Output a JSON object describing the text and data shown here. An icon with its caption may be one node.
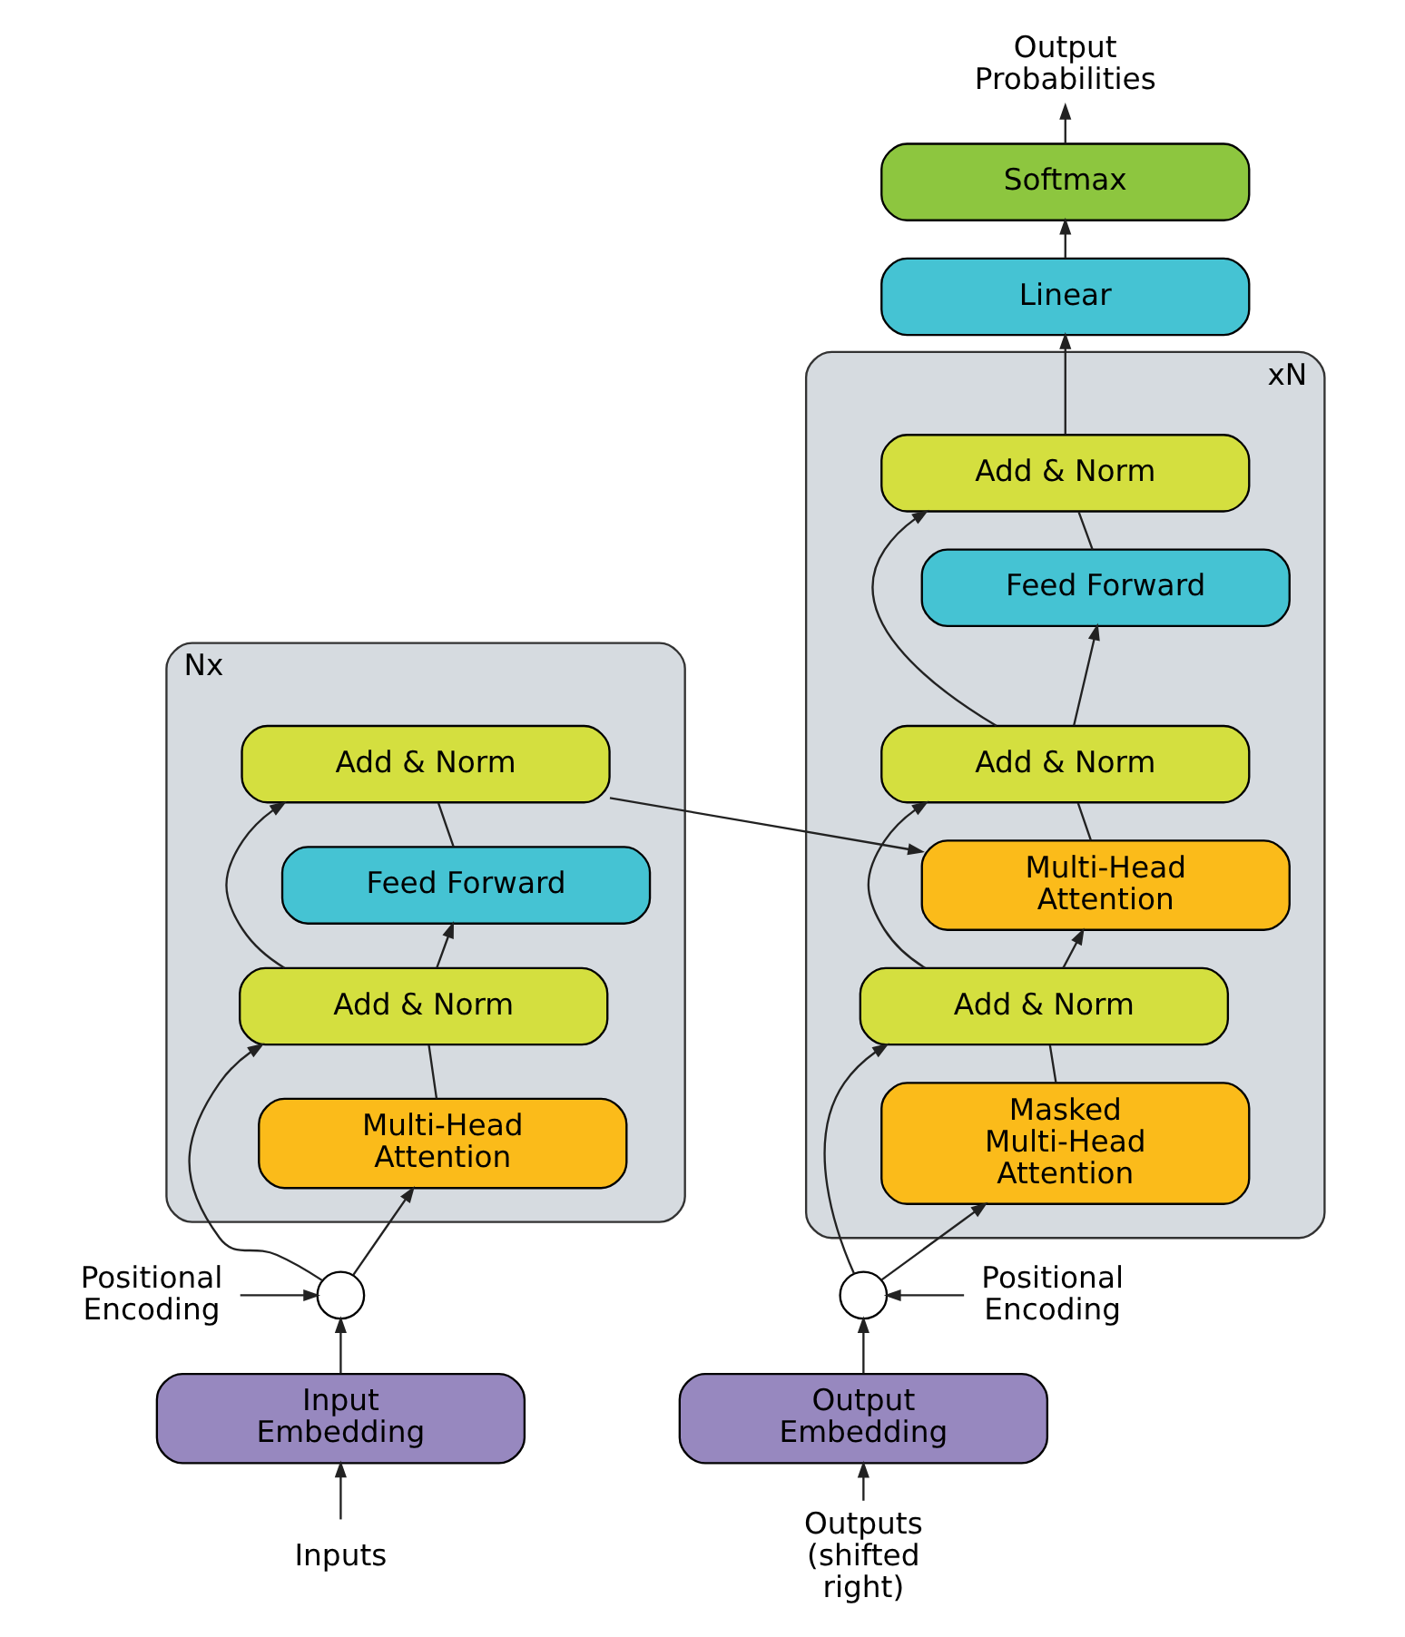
{
  "diagram": {
    "nodes": [
      {
        "text": [],
        "shape": "box",
        "beside": [
          "Nx"
        ]
      },
      {
        "text": [
          "Add & Norm"
        ],
        "in": 0
      },
      {
        "text": [
          "Feed Forward"
        ],
        "in": 0
      },
      {
        "text": [
          "Add & Norm"
        ],
        "in": 0
      },
      {
        "text": [
          "Multi-Head Attention"
        ],
        "in": 0
      },
      {
        "text": [],
        "shape": "box",
        "beside": [
          "xN"
        ]
      },
      {
        "text": [
          "Add & Norm"
        ],
        "in": 5
      },
      {
        "text": [
          "Feed Forward"
        ],
        "in": 5
      },
      {
        "text": [
          "Add & Norm"
        ],
        "in": 5
      },
      {
        "text": [
          "Multi-Head Attention"
        ],
        "in": 5
      },
      {
        "text": [
          "Add & Norm"
        ],
        "in": 5
      },
      {
        "text": [
          "Masked Multi-Head Attention"
        ],
        "in": 5
      },
      {
        "text": [
          "Linear"
        ]
      },
      {
        "text": [
          "Softmax"
        ]
      },
      {
        "text": [
          "Output Probabilities"
        ]
      },
      {
        "text": [],
        "shape": "circle"
      },
      {
        "text": [
          "Positional Encoding"
        ]
      },
      {
        "text": [
          "Input Embedding"
        ]
      },
      {
        "text": [
          "Inputs"
        ]
      },
      {
        "text": [],
        "shape": "circle"
      },
      {
        "text": [
          "Positional Encoding"
        ]
      },
      {
        "text": [
          "Output Embedding"
        ]
      },
      {
        "text": [
          "Outputs (shifted right)"
        ]
      }
    ],
    "edges": [
      {
        "from": 18,
        "to": 17,
        "arrow": "to"
      },
      {
        "from": 17,
        "to": 15,
        "arrow": "to"
      },
      {
        "from": 16,
        "to": 15,
        "arrow": "to"
      },
      {
        "from": 15,
        "to": 4,
        "arrow": "to"
      },
      {
        "from": 15,
        "to": 3,
        "arrow": "to"
      },
      {
        "from": 4,
        "to": 3,
        "arrow": "none"
      },
      {
        "from": 3,
        "to": 2,
        "arrow": "to"
      },
      {
        "from": 3,
        "to": 1,
        "arrow": "to"
      },
      {
        "from": 2,
        "to": 1,
        "arrow": "none"
      },
      {
        "from": 1,
        "to": 9,
        "arrow": "to"
      },
      {
        "from": 22,
        "to": 21,
        "arrow": "to"
      },
      {
        "from": 21,
        "to": 19,
        "arrow": "to"
      },
      {
        "from": 20,
        "to": 19,
        "arrow": "to"
      },
      {
        "from": 19,
        "to": 11,
        "arrow": "to"
      },
      {
        "from": 19,
        "to": 10,
        "arrow": "to"
      },
      {
        "from": 11,
        "to": 10,
        "arrow": "none"
      },
      {
        "from": 10,
        "to": 9,
        "arrow": "to"
      },
      {
        "from": 10,
        "to": 8,
        "arrow": "to"
      },
      {
        "from": 9,
        "to": 8,
        "arrow": "none"
      },
      {
        "from": 8,
        "to": 7,
        "arrow": "to"
      },
      {
        "from": 8,
        "to": 6,
        "arrow": "to"
      },
      {
        "from": 7,
        "to": 6,
        "arrow": "none"
      },
      {
        "from": 6,
        "to": 12,
        "arrow": "to"
      },
      {
        "from": 12,
        "to": 13,
        "arrow": "to"
      },
      {
        "from": 13,
        "to": 14,
        "arrow": "to"
      }
    ]
  }
}
